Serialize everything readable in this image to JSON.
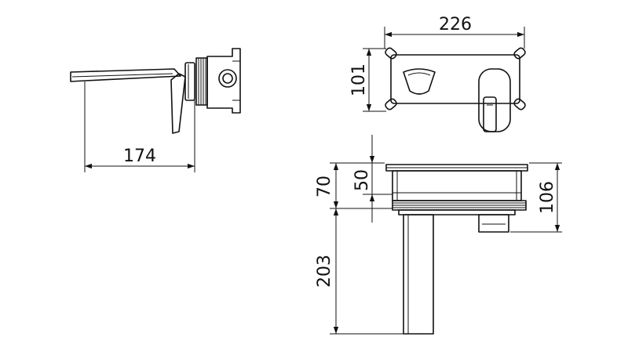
{
  "dimensions": {
    "d174": "174",
    "d226": "226",
    "d101": "101",
    "d70": "70",
    "d50": "50",
    "d106": "106",
    "d203": "203"
  }
}
